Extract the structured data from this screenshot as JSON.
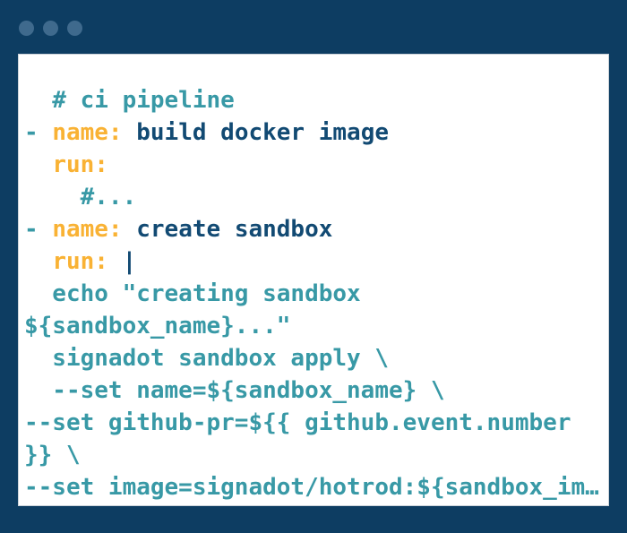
{
  "window": {
    "frame_color": "#0d3d62",
    "dot_color": "#3f6a8d",
    "panel_bg": "#ffffff",
    "panel_border": "#ccd3d9",
    "dots": [
      "window-dot-1",
      "window-dot-2",
      "window-dot-3"
    ]
  },
  "colors": {
    "teal": "#3899a6",
    "orange": "#f9b234",
    "navy": "#124a73"
  },
  "code": {
    "language": "yaml",
    "lines": [
      {
        "segments": [
          {
            "text": "  # ci pipeline",
            "color": "teal"
          }
        ]
      },
      {
        "segments": [
          {
            "text": "- ",
            "color": "teal"
          },
          {
            "text": "name:",
            "color": "orange"
          },
          {
            "text": " build docker image",
            "color": "navy"
          }
        ]
      },
      {
        "segments": [
          {
            "text": "  ",
            "color": "teal"
          },
          {
            "text": "run:",
            "color": "orange"
          }
        ]
      },
      {
        "segments": [
          {
            "text": "    #...",
            "color": "teal"
          }
        ]
      },
      {
        "segments": [
          {
            "text": "- ",
            "color": "teal"
          },
          {
            "text": "name:",
            "color": "orange"
          },
          {
            "text": " create sandbox",
            "color": "navy"
          }
        ]
      },
      {
        "segments": [
          {
            "text": "  ",
            "color": "teal"
          },
          {
            "text": "run:",
            "color": "orange"
          },
          {
            "text": " |",
            "color": "navy"
          }
        ]
      },
      {
        "segments": [
          {
            "text": "  echo \"creating sandbox",
            "color": "teal"
          }
        ]
      },
      {
        "segments": [
          {
            "text": "${sandbox_name}...\"",
            "color": "teal"
          }
        ]
      },
      {
        "segments": [
          {
            "text": "  signadot sandbox apply \\",
            "color": "teal"
          }
        ]
      },
      {
        "segments": [
          {
            "text": "  --set name=${sandbox_name} \\",
            "color": "teal"
          }
        ]
      },
      {
        "segments": [
          {
            "text": "--set github-pr=${{ github.event.number",
            "color": "teal"
          }
        ]
      },
      {
        "segments": [
          {
            "text": "}} \\",
            "color": "teal"
          }
        ]
      },
      {
        "segments": [
          {
            "text": "--set image=signadot/hotrod:${sandbox_im…",
            "color": "teal"
          }
        ]
      }
    ]
  }
}
